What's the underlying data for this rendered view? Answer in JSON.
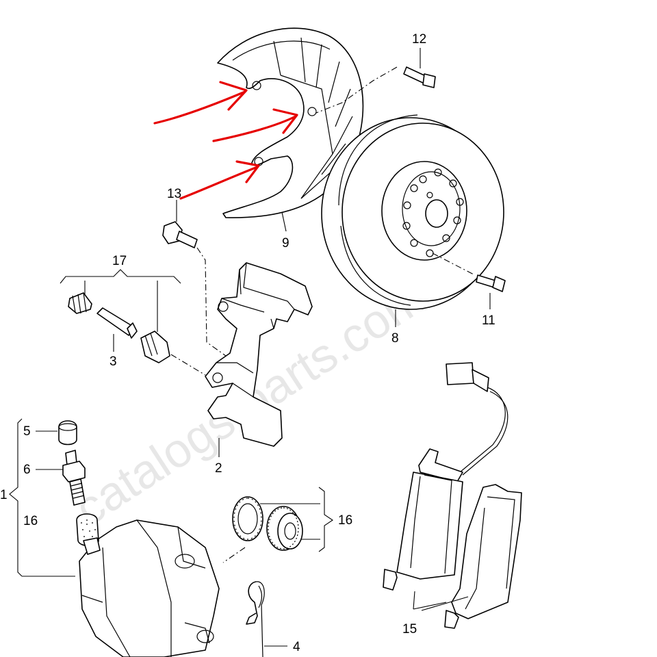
{
  "watermark": "catalogs-parts.com",
  "callouts": {
    "c1": "1",
    "c2": "2",
    "c3": "3",
    "c4": "4",
    "c5": "5",
    "c6": "6",
    "c8": "8",
    "c9": "9",
    "c11": "11",
    "c12": "12",
    "c13": "13",
    "c15": "15",
    "c16a": "16",
    "c16b": "16",
    "c17": "17"
  },
  "colors": {
    "line": "#000000",
    "annotation": "#e60000",
    "background": "#ffffff"
  }
}
